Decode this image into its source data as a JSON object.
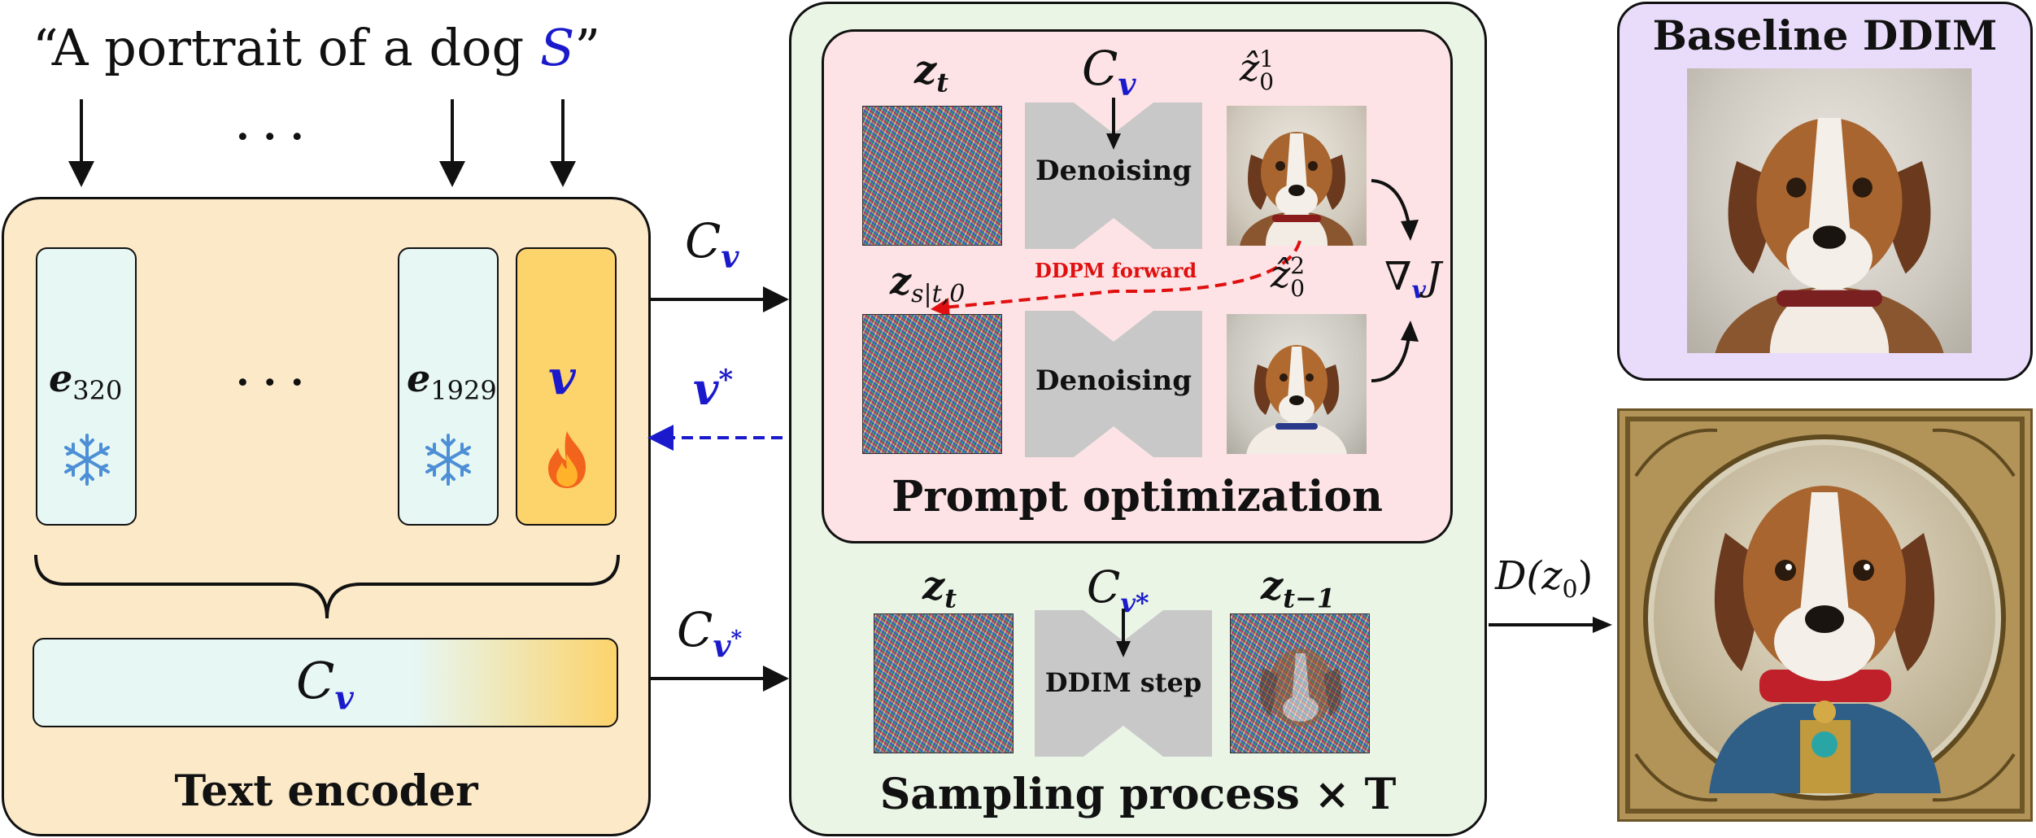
{
  "prompt": {
    "open_quote": "“A portrait of a dog ",
    "token": "S",
    "close_quote": "”",
    "ellipsis": "· · ·"
  },
  "text_encoder": {
    "title": "Text encoder",
    "tokens": [
      {
        "base": "e",
        "sub": "320"
      },
      {
        "base": "e",
        "sub": "1929"
      },
      {
        "base": "v",
        "sub": ""
      }
    ],
    "ellipsis": "· · ·",
    "output": {
      "base": "C",
      "sub": "v"
    }
  },
  "arrows": {
    "c_v": {
      "base": "C",
      "sub": "v"
    },
    "v_star": {
      "base": "v",
      "sup": "*"
    },
    "c_v_star": {
      "base": "C",
      "sub": "v",
      "sup": "*"
    },
    "decoder": {
      "text": "D(z",
      "sub": "0",
      "close": ")"
    }
  },
  "prompt_optimization": {
    "title": "Prompt optimization",
    "z_t": {
      "base": "z",
      "sub": "t"
    },
    "cond": {
      "base": "C",
      "sub": "v"
    },
    "z0_hat_1": {
      "base": "ẑ",
      "sub": "0",
      "sup": "1"
    },
    "z0_hat_2": {
      "base": "ẑ",
      "sub": "0",
      "sup": "2"
    },
    "z_s": {
      "base": "z",
      "sub": "s|t,0"
    },
    "denoise_1": "Denoising",
    "denoise_2": "Denoising",
    "ddpm_forward": "DDPM forward",
    "gradient": {
      "nabla": "∇",
      "sub": "v",
      "J": "J"
    }
  },
  "sampling": {
    "title": "Sampling process × T",
    "z_t": {
      "base": "z",
      "sub": "t"
    },
    "cond": {
      "base": "C",
      "sub": "v*"
    },
    "z_t_minus_1": {
      "base": "z",
      "sub": "t−1"
    },
    "step": "DDIM step"
  },
  "baseline": {
    "title": "Baseline DDIM"
  },
  "colors": {
    "encoder_bg": "#fbe9c8",
    "token_frozen": "#e6f7f4",
    "token_trainable": "#fdd36b",
    "sampling_bg": "#eaf5e6",
    "optimization_bg": "#fde3e5",
    "baseline_bg": "#e9dcfb",
    "accent_blue": "#1a1acc",
    "ddpm_red": "#e01010",
    "bowtie_gray": "#c8c8c8"
  },
  "icons": [
    "snowflake-icon",
    "snowflake-icon",
    "fire-icon"
  ]
}
